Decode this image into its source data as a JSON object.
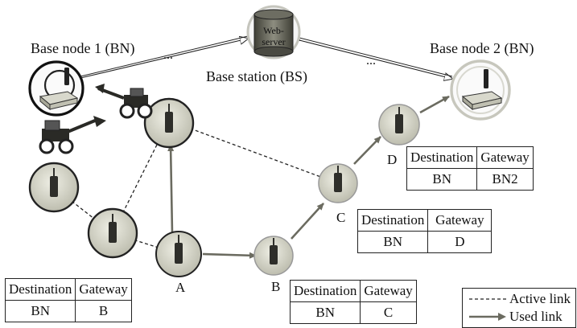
{
  "labels": {
    "base_node_1": "Base node 1 (BN)",
    "base_node_2": "Base node 2 (BN)",
    "base_station": "Base station (BS)",
    "web_server": "Web-\nserver",
    "ellipsis": "..."
  },
  "node_labels": {
    "A": "A",
    "B": "B",
    "C": "C",
    "D": "D"
  },
  "tables": {
    "A": {
      "header": [
        "Destination",
        "Gateway"
      ],
      "row": [
        "BN",
        "B"
      ]
    },
    "B": {
      "header": [
        "Destination",
        "Gateway"
      ],
      "row": [
        "BN",
        "C"
      ]
    },
    "C": {
      "header": [
        "Destination",
        "Gateway"
      ],
      "row": [
        "BN",
        "D"
      ]
    },
    "D": {
      "header": [
        "Destination",
        "Gateway"
      ],
      "row": [
        "BN",
        "BN2"
      ]
    }
  },
  "legend": {
    "active": "Active link",
    "used": "Used link"
  }
}
